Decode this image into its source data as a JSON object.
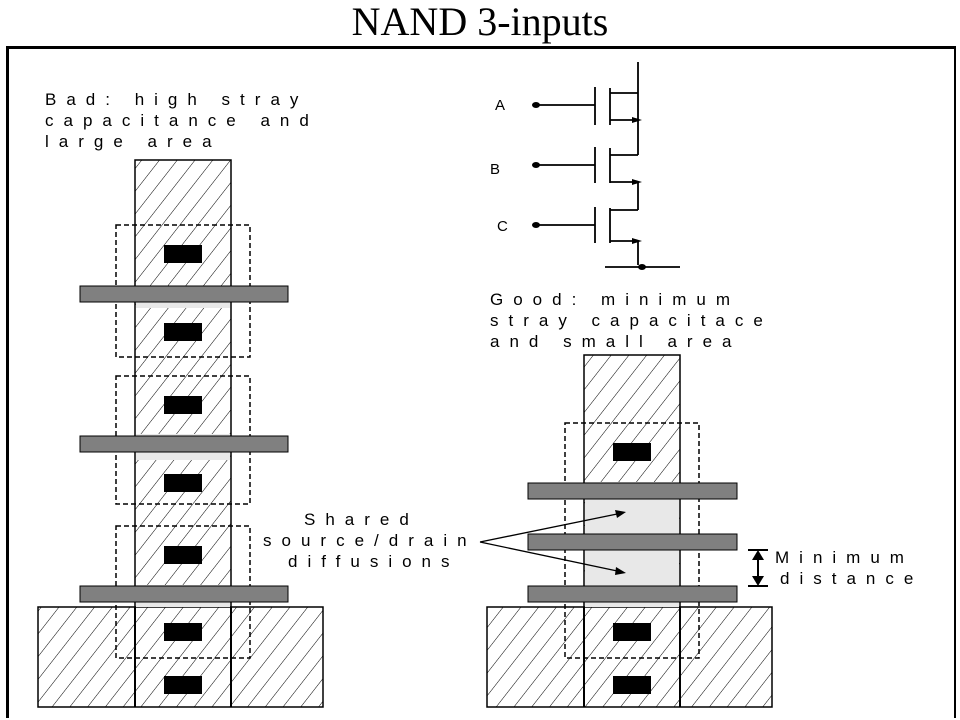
{
  "title": "NAND 3-inputs",
  "bad_label": [
    "Bad: high stray",
    "capacitance and",
    "large area"
  ],
  "good_label": [
    "Good: minimum",
    "stray capacitace",
    "and small area"
  ],
  "shared_label": [
    "Shared",
    "source/drain",
    "diffusions"
  ],
  "min_label": [
    "Minimum",
    "distance"
  ],
  "inputs": [
    "A",
    "B",
    "C"
  ],
  "colors": {
    "gate": "#808080",
    "contact": "#000000",
    "diffusion": "#e8e8e8",
    "hatch": "#000000"
  }
}
